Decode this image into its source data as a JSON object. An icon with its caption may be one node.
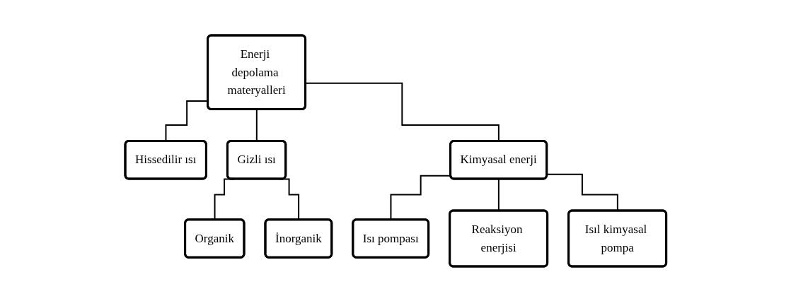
{
  "diagram": {
    "nodes": [
      {
        "text": [
          "Enerji depolama materyalleri"
        ]
      },
      {
        "text": [
          "Hissedilir ısı"
        ]
      },
      {
        "text": [
          "Gizli ısı"
        ]
      },
      {
        "text": [
          "Kimyasal enerji"
        ]
      },
      {
        "text": [
          "Organik"
        ]
      },
      {
        "text": [
          "İnorganik"
        ]
      },
      {
        "text": [
          "Isı pompası"
        ]
      },
      {
        "text": [
          "Reaksiyon enerjisi"
        ]
      },
      {
        "text": [
          "Isıl kimyasal pompa"
        ]
      }
    ],
    "edges": [
      {
        "from": 0,
        "to": 1,
        "arrow": "none"
      },
      {
        "from": 0,
        "to": 2,
        "arrow": "none"
      },
      {
        "from": 0,
        "to": 3,
        "arrow": "none"
      },
      {
        "from": 2,
        "to": 4,
        "arrow": "none"
      },
      {
        "from": 2,
        "to": 5,
        "arrow": "none"
      },
      {
        "from": 3,
        "to": 6,
        "arrow": "none"
      },
      {
        "from": 3,
        "to": 7,
        "arrow": "none"
      },
      {
        "from": 3,
        "to": 8,
        "arrow": "none"
      }
    ]
  }
}
